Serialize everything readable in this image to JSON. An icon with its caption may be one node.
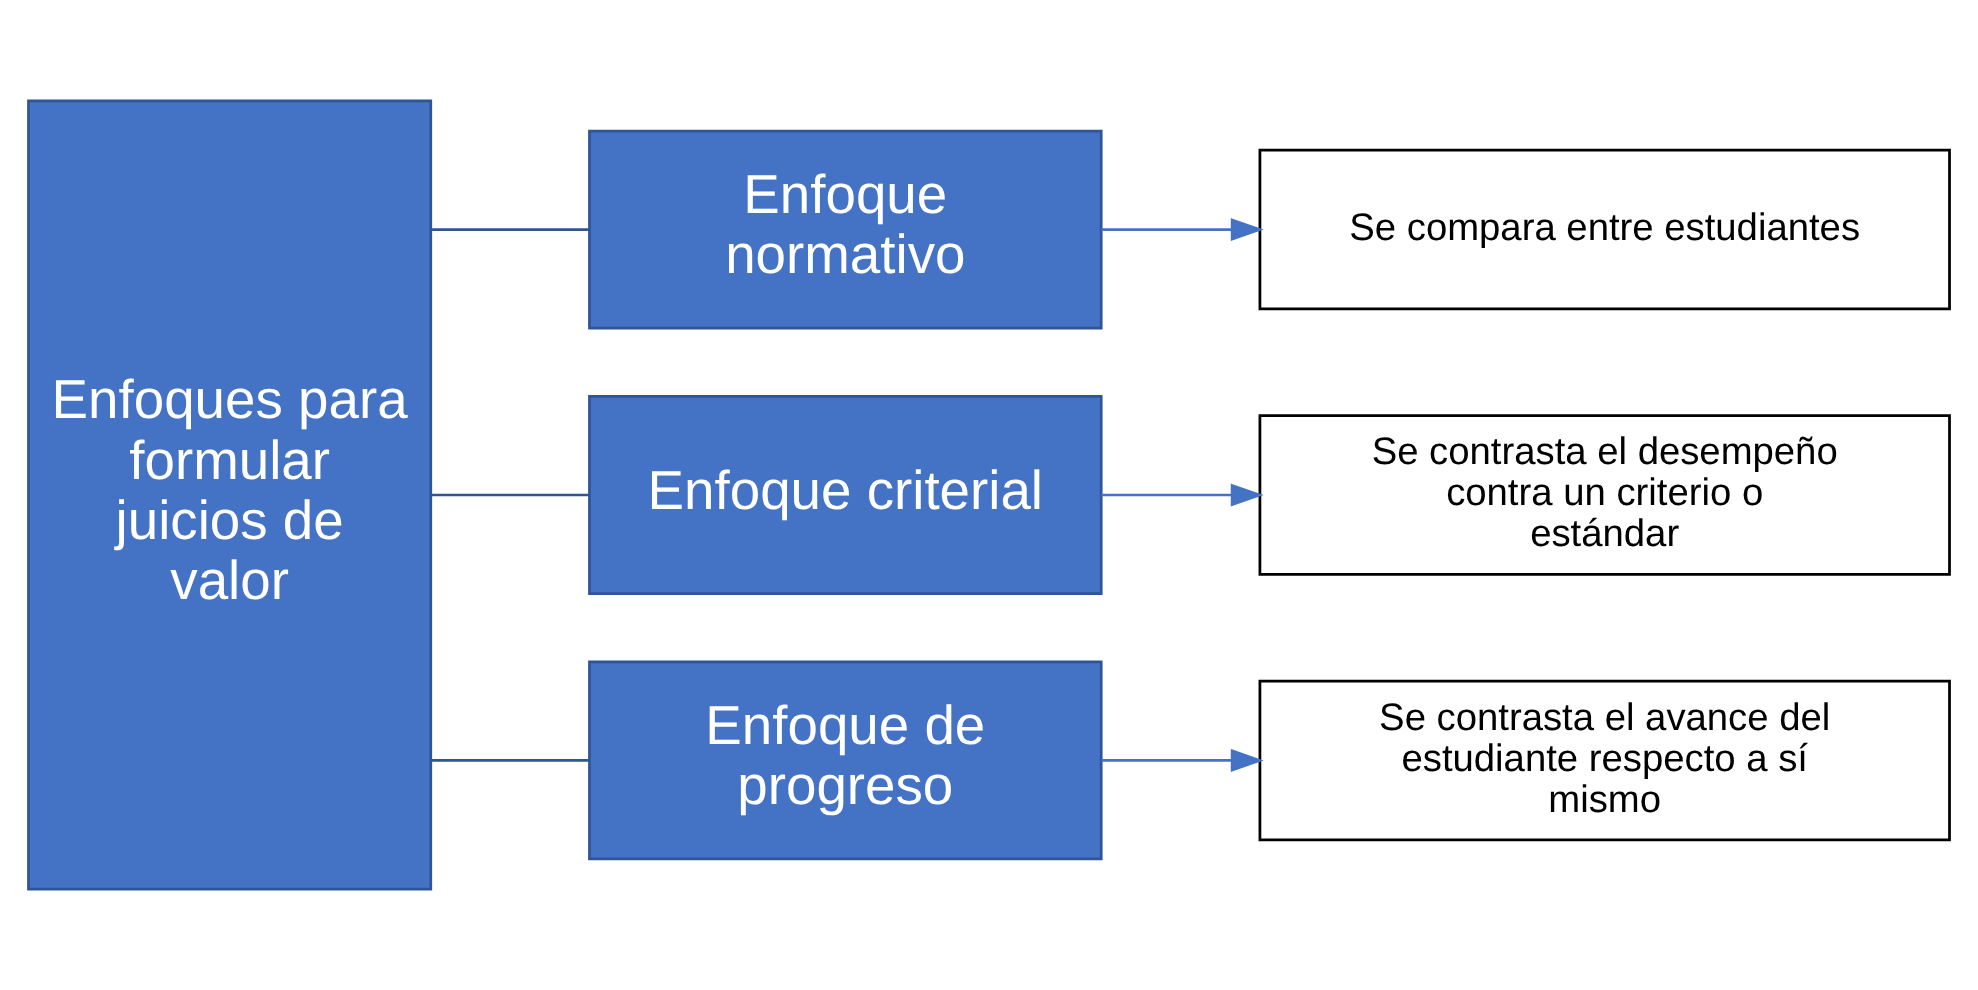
{
  "diagram": {
    "nodes": [
      {
        "text": [
          "Enfoques para formular juicios de valor"
        ]
      },
      {
        "text": [
          "Enfoque normativo"
        ]
      },
      {
        "text": [
          "Enfoque criterial"
        ]
      },
      {
        "text": [
          "Enfoque de progreso"
        ]
      },
      {
        "text": [
          "Se compara entre estudiantes"
        ]
      },
      {
        "text": [
          "Se contrasta el desempeño contra un criterio o estándar"
        ]
      },
      {
        "text": [
          "Se contrasta el avance del estudiante respecto a sí mismo"
        ]
      }
    ],
    "edges": [
      {
        "from": 0,
        "to": 1,
        "arrow": "none",
        "color": "#2f5597"
      },
      {
        "from": 0,
        "to": 2,
        "arrow": "none",
        "color": "#2f5597"
      },
      {
        "from": 0,
        "to": 3,
        "arrow": "none",
        "color": "#2f5597"
      },
      {
        "from": 1,
        "to": 4,
        "arrow": "to"
      },
      {
        "from": 2,
        "to": 5,
        "arrow": "to"
      },
      {
        "from": 3,
        "to": 6,
        "arrow": "to"
      }
    ]
  }
}
